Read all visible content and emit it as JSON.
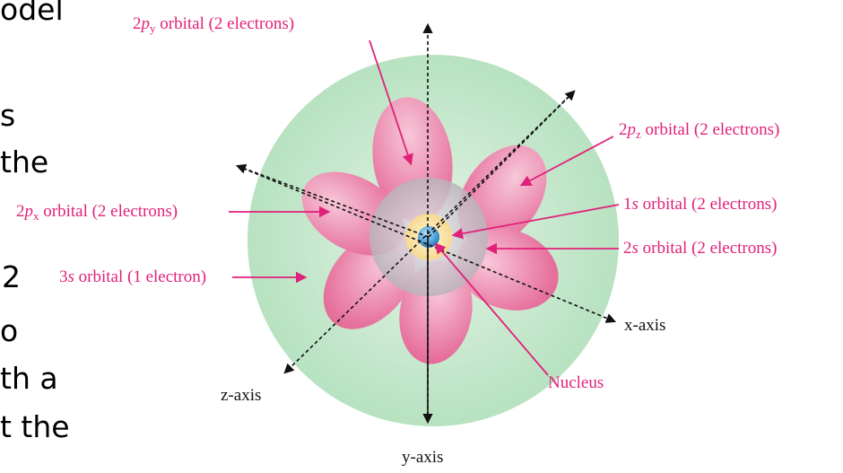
{
  "slide_text_fragments": [
    "odel",
    "s",
    "the",
    "2",
    "o",
    "th a",
    "t the"
  ],
  "labels": {
    "p_y": "2p_y orbital (2 electrons)",
    "p_z": "2p_z orbital (2 electrons)",
    "p_x": "2p_x orbital (2 electrons)",
    "s1": "1s orbital (2 electrons)",
    "s2": "2s orbital (2 electrons)",
    "s3": "3s orbital (1 electron)",
    "x_axis": "x-axis",
    "y_axis": "y-axis",
    "z_axis": "z-axis",
    "nucleus": "Nucleus"
  },
  "colors": {
    "label_pink": "#e0217a",
    "shell_3s": "#c9e9cf",
    "p_lobe": "#ef7aa6",
    "shell_2s": "#c7c3c8",
    "shell_1s": "#fbe6b4",
    "nucleus": "#3f9fdc"
  }
}
